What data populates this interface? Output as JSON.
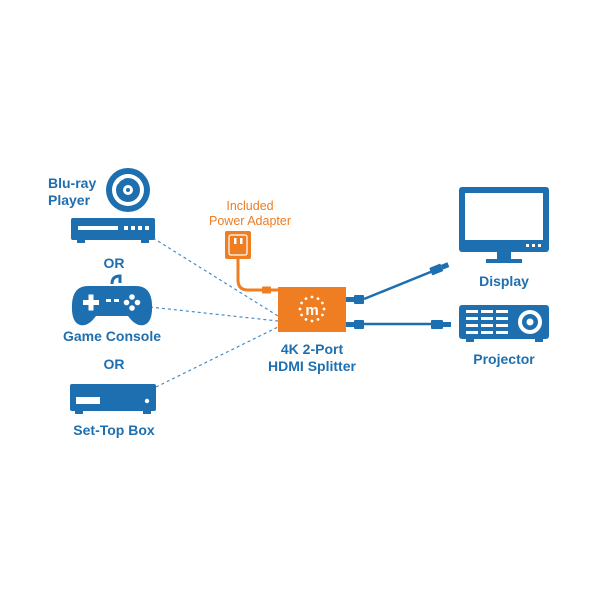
{
  "colors": {
    "blue": "#1e6fb0",
    "orange": "#ef7d22",
    "white": "#ffffff",
    "dash": "#4a8cc7"
  },
  "sources": {
    "bluray": {
      "label_line1": "Blu-ray",
      "label_line2": "Player",
      "icons": [
        "disc-icon",
        "bluray-player-icon"
      ]
    },
    "or1": "OR",
    "console": {
      "label": "Game Console",
      "icon": "gamepad-icon"
    },
    "or2": "OR",
    "settop": {
      "label": "Set-Top Box",
      "icon": "settop-box-icon"
    }
  },
  "power": {
    "label_line1": "Included",
    "label_line2": "Power Adapter",
    "icon": "power-adapter-icon"
  },
  "splitter": {
    "label_line1": "4K 2-Port",
    "label_line2": "HDMI Splitter",
    "logo": "m",
    "icon": "splitter-box-icon"
  },
  "outputs": {
    "display": {
      "label": "Display",
      "icon": "monitor-icon"
    },
    "projector": {
      "label": "Projector",
      "icon": "projector-icon"
    }
  }
}
